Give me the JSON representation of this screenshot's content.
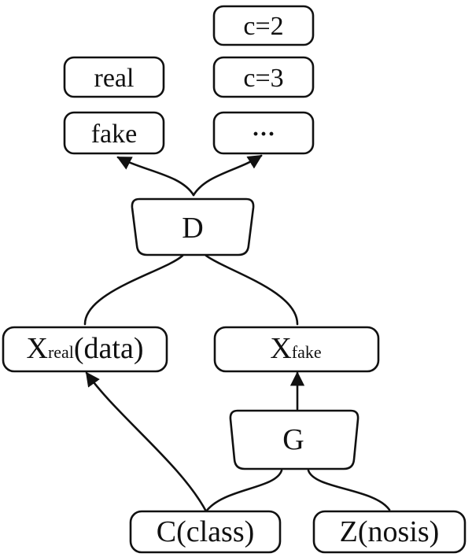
{
  "colors": {
    "stroke": "#111111",
    "fill": "#ffffff",
    "text": "#111111"
  },
  "nodes": {
    "c2": {
      "label": "c=2"
    },
    "real": {
      "label": "real"
    },
    "c3": {
      "label": "c=3"
    },
    "fake": {
      "label": "fake"
    },
    "more": {
      "label": "···"
    },
    "d": {
      "label": "D"
    },
    "xreal": {
      "main": "X",
      "sub": "real",
      "suffix": "(data)"
    },
    "xfake": {
      "main": "X",
      "sub": "fake"
    },
    "g": {
      "label": "G"
    },
    "c": {
      "label": "C(class)"
    },
    "z": {
      "label": "Z(nosis)"
    }
  }
}
